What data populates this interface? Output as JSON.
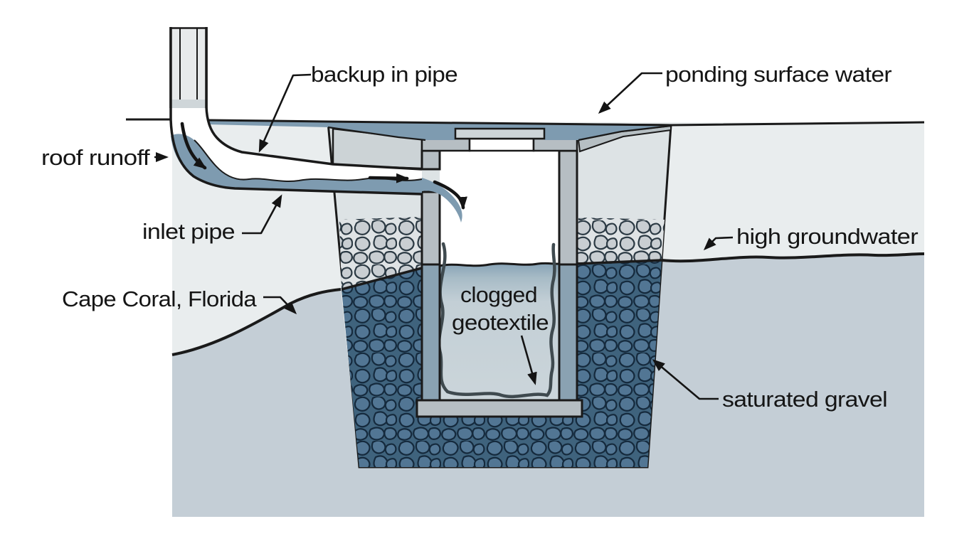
{
  "diagram": {
    "labels": {
      "roof_runoff": "roof runoff",
      "backup_in_pipe": "backup in pipe",
      "ponding_surface_water": "ponding surface water",
      "inlet_pipe": "inlet pipe",
      "location": "Cape Coral, Florida",
      "high_groundwater": "high groundwater",
      "clogged_geotextile": {
        "line1": "clogged",
        "line2": "geotextile"
      },
      "saturated_gravel": "saturated gravel"
    },
    "colors": {
      "pond_and_pipe_water": "#7e9bb0",
      "chamber_water_top": "#8aa5b7",
      "chamber_water_body": "#c9d4da",
      "groundwater_line": "#44606e",
      "saturated_soil": "#c4ced6",
      "dry_soil": "#e9edee",
      "pit_backfill": "#dde3e5",
      "pipe_bedding": "#ccd3d6",
      "concrete": "#b6bec3",
      "concrete_submerged": "#8aa2b2",
      "access_cover": "#ced5d8",
      "downspout": "#e7eaeb",
      "gravel_light_stone": "#c9ced2",
      "gravel_light_bg": "#dfe3e5",
      "gravel_dark_stone": "#527694",
      "gravel_dark_bg": "#3f637d",
      "geotextile_line": "#3f4a4f",
      "outline": "#1a1a1a",
      "text": "#151515"
    }
  }
}
